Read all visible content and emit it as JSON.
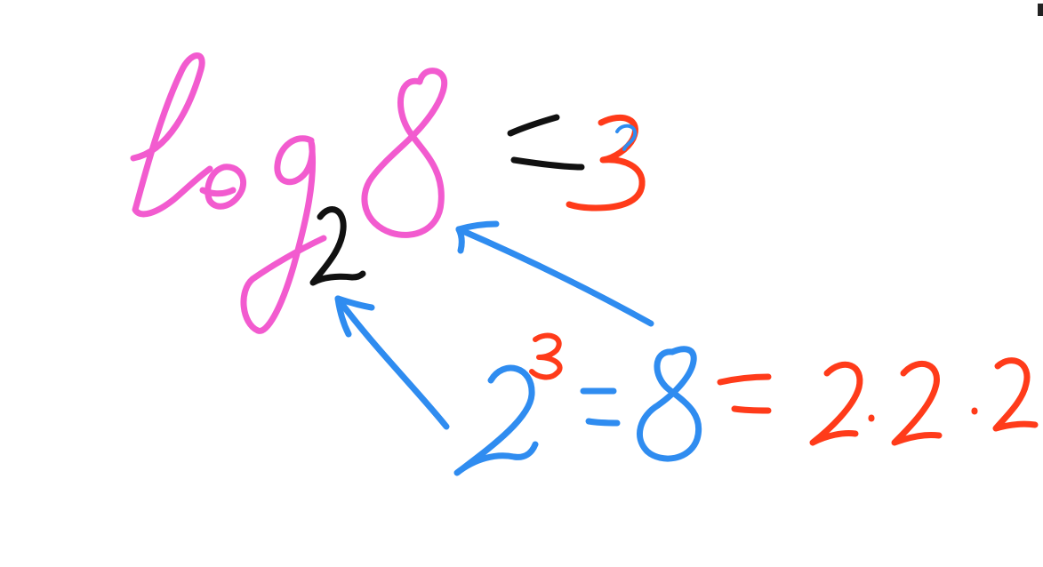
{
  "colors": {
    "pink": "#f25bcf",
    "black": "#111111",
    "red": "#ff3b1a",
    "blue": "#2f8cf0",
    "background": "#ffffff"
  },
  "equation_top": {
    "log_word": "log",
    "log_base": "2",
    "log_argument": "8",
    "equals": "=",
    "result": "3",
    "question_mark": "?"
  },
  "equation_bottom": {
    "base": "2",
    "exponent": "3",
    "equals_1": "=",
    "value": "8",
    "equals_2": "=",
    "product": "2·2·2"
  }
}
